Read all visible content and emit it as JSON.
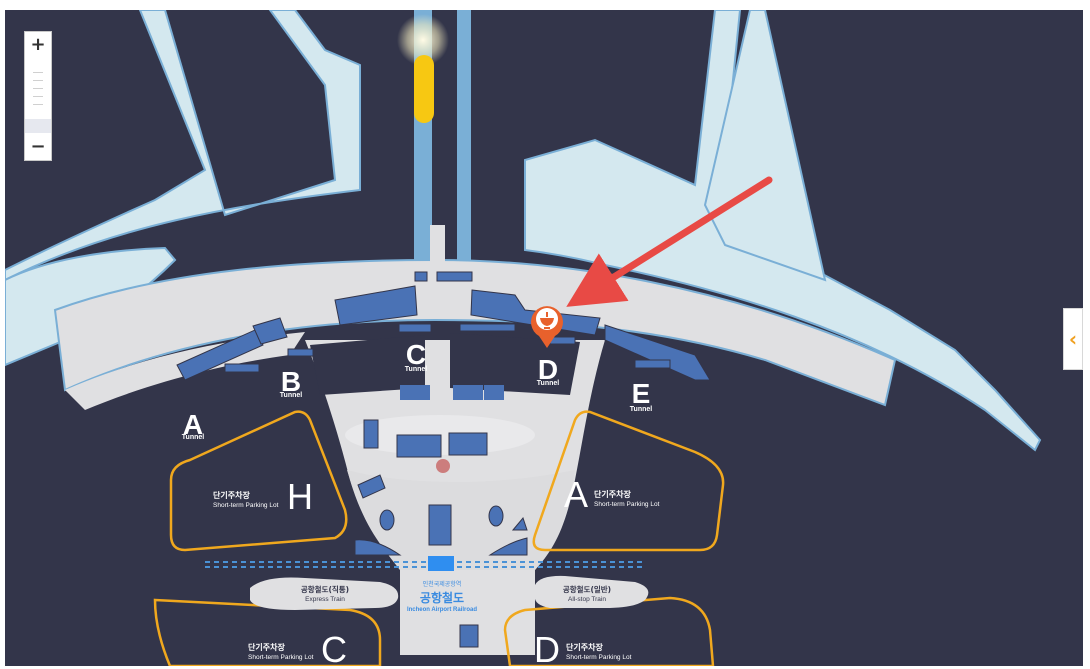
{
  "zoom": {
    "in_label": "+",
    "out_label": "−"
  },
  "sidebar_toggle": {
    "label": "‹"
  },
  "tunnels": [
    {
      "letter": "A",
      "label": "Tunnel"
    },
    {
      "letter": "B",
      "label": "Tunnel"
    },
    {
      "letter": "C",
      "label": "Tunnel"
    },
    {
      "letter": "D",
      "label": "Tunnel"
    },
    {
      "letter": "E",
      "label": "Tunnel"
    }
  ],
  "parking_lots": [
    {
      "letter": "H",
      "korean": "단기주차장",
      "english": "Short-term Parking Lot"
    },
    {
      "letter": "A",
      "korean": "단기주차장",
      "english": "Short-term Parking Lot"
    },
    {
      "letter": "C",
      "korean": "단기주차장",
      "english": "Short-term Parking Lot"
    },
    {
      "letter": "D",
      "korean": "단기주차장",
      "english": "Short-term Parking Lot"
    }
  ],
  "trains": {
    "express": {
      "korean": "공항철도(직통)",
      "english": "Express Train"
    },
    "all_stop": {
      "korean": "공항철도(일반)",
      "english": "All-stop Train"
    }
  },
  "station": {
    "korean_small": "인천국제공항역",
    "korean_big": "공항철도",
    "english": "Incheon Airport Railroad"
  },
  "marker": {
    "icon": "restaurant-bowl-icon",
    "color": "#e8612c"
  },
  "colors": {
    "background": "#33354a",
    "terminal": "#d4e8ef",
    "outline": "#7aafd6",
    "plaza": "#e0e0e2",
    "buildings": "#4a72b5",
    "parking_outline": "#f0a81e",
    "arrow": "#e84a45"
  }
}
